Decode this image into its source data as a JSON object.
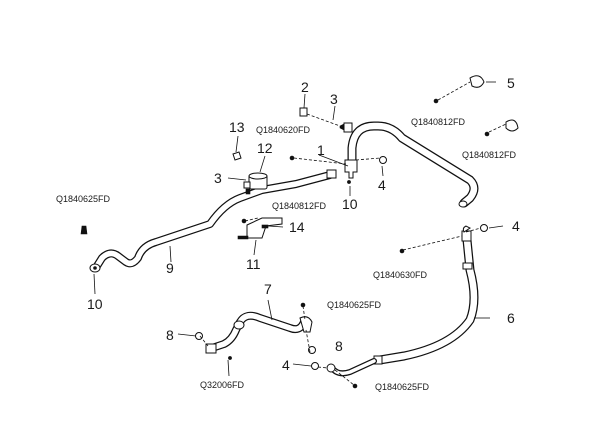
{
  "diagram": {
    "callouts": {
      "c1": "1",
      "c2": "2",
      "c3a": "3",
      "c3b": "3",
      "c4a": "4",
      "c4b": "4",
      "c4c": "4",
      "c5": "5",
      "c6": "6",
      "c7": "7",
      "c8a": "8",
      "c8b": "8",
      "c9": "9",
      "c10a": "10",
      "c10b": "10",
      "c11": "11",
      "c12": "12",
      "c13": "13",
      "c14": "14"
    },
    "part_numbers": {
      "pn_q1840620fd": "Q1840620FD",
      "pn_q1840812fd_top": "Q1840812FD",
      "pn_q1840812fd_right": "Q1840812FD",
      "pn_q1840812fd_mid": "Q1840812FD",
      "pn_q1840625fd_left": "Q1840625FD",
      "pn_q1840630fd": "Q1840630FD",
      "pn_q1840625fd_center": "Q1840625FD",
      "pn_q32006fd": "Q32006FD",
      "pn_q1840625fd_bottom": "Q1840625FD"
    }
  }
}
